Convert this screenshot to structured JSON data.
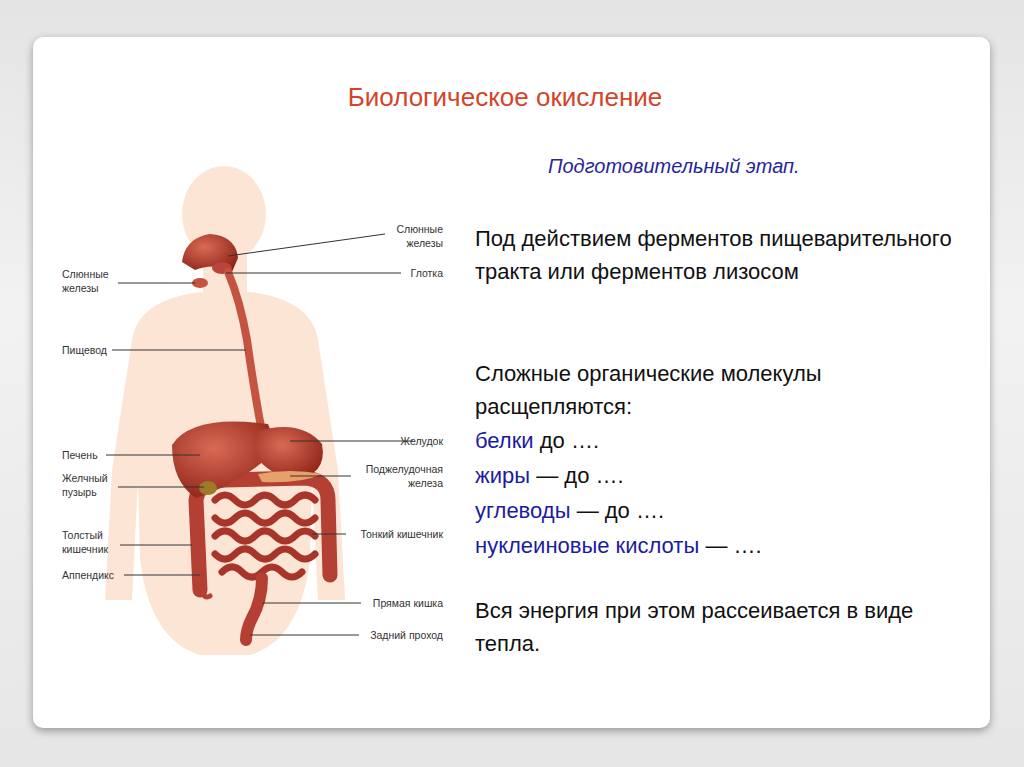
{
  "diagram": {
    "title": "Биологическое окисление",
    "labels": [
      "Подготовительный этап.",
      "Под действием ферментов пищеварительного тракта или ферментов лизосом",
      "Сложные органические молекулы расщепляются:",
      "белки",
      "до ….",
      "жиры",
      "— до ….",
      "углеводы",
      "— до ….",
      "нуклеиновые кислоты",
      "— ….",
      "Вся энергия при этом рассеивается в виде тепла.",
      "Слюнные железы",
      "Глотка",
      "Слюнные железы",
      "Пищевод",
      "Печень",
      "Желудок",
      "Желчный пузырь",
      "Поджелудочная железа",
      "Толстый кишечник",
      "Тонкий кишечник",
      "Аппендикс",
      "Прямая кишка",
      "Задний проход"
    ]
  }
}
